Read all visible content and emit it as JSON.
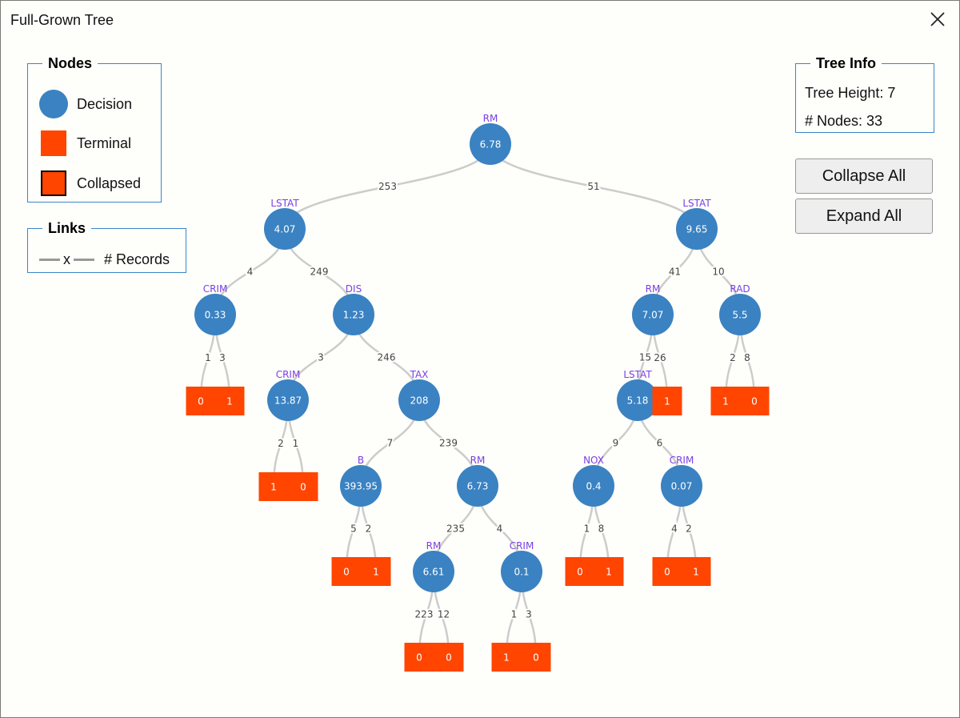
{
  "window": {
    "title": "Full-Grown Tree",
    "close_icon": "close-icon"
  },
  "legend_nodes": {
    "title": "Nodes",
    "items": [
      {
        "label": "Decision",
        "symbol": "decision-circle"
      },
      {
        "label": "Terminal",
        "symbol": "terminal-square"
      },
      {
        "label": "Collapsed",
        "symbol": "collapsed-square"
      }
    ]
  },
  "legend_links": {
    "title": "Links",
    "mid_char": "x",
    "label": "# Records"
  },
  "tree_info": {
    "title": "Tree Info",
    "height_text": "Tree Height: 7",
    "nodes_text": "# Nodes: 33"
  },
  "buttons": {
    "collapse_all": "Collapse All",
    "expand_all": "Expand All"
  },
  "colors": {
    "decision": "#3a82c2",
    "terminal": "#ff4500",
    "split_label": "#7b3fe4",
    "link": "#cccccc",
    "legend_border": "#3a87c8"
  },
  "tree": {
    "nodes": [
      {
        "id": "n1",
        "type": "decision",
        "split": "RM",
        "value": "6.78"
      },
      {
        "id": "n2",
        "type": "decision",
        "split": "LSTAT",
        "value": "4.07",
        "parent": "n1",
        "records": "253"
      },
      {
        "id": "n3",
        "type": "decision",
        "split": "LSTAT",
        "value": "9.65",
        "parent": "n1",
        "records": "51"
      },
      {
        "id": "n4",
        "type": "decision",
        "split": "CRIM",
        "value": "0.33",
        "parent": "n2",
        "records": "4"
      },
      {
        "id": "n5",
        "type": "decision",
        "split": "DIS",
        "value": "1.23",
        "parent": "n2",
        "records": "249"
      },
      {
        "id": "n6",
        "type": "decision",
        "split": "RM",
        "value": "7.07",
        "parent": "n3",
        "records": "41"
      },
      {
        "id": "n7",
        "type": "decision",
        "split": "RAD",
        "value": "5.5",
        "parent": "n3",
        "records": "10"
      },
      {
        "id": "t1",
        "type": "terminal",
        "value": "0",
        "parent": "n4",
        "records": "1"
      },
      {
        "id": "t2",
        "type": "terminal",
        "value": "1",
        "parent": "n4",
        "records": "3"
      },
      {
        "id": "n8",
        "type": "decision",
        "split": "CRIM",
        "value": "13.87",
        "parent": "n5",
        "records": "3"
      },
      {
        "id": "n9",
        "type": "decision",
        "split": "TAX",
        "value": "208",
        "parent": "n5",
        "records": "246"
      },
      {
        "id": "n10",
        "type": "decision",
        "split": "LSTAT",
        "value": "5.18",
        "parent": "n6",
        "records": "15"
      },
      {
        "id": "t3",
        "type": "terminal",
        "value": "1",
        "parent": "n6",
        "records": "26"
      },
      {
        "id": "t4",
        "type": "terminal",
        "value": "1",
        "parent": "n7",
        "records": "2"
      },
      {
        "id": "t5",
        "type": "terminal",
        "value": "0",
        "parent": "n7",
        "records": "8"
      },
      {
        "id": "t6",
        "type": "terminal",
        "value": "1",
        "parent": "n8",
        "records": "2"
      },
      {
        "id": "t7",
        "type": "terminal",
        "value": "0",
        "parent": "n8",
        "records": "1"
      },
      {
        "id": "n11",
        "type": "decision",
        "split": "B",
        "value": "393.95",
        "parent": "n9",
        "records": "7"
      },
      {
        "id": "n12",
        "type": "decision",
        "split": "RM",
        "value": "6.73",
        "parent": "n9",
        "records": "239"
      },
      {
        "id": "n13",
        "type": "decision",
        "split": "NOX",
        "value": "0.4",
        "parent": "n10",
        "records": "9"
      },
      {
        "id": "n14",
        "type": "decision",
        "split": "CRIM",
        "value": "0.07",
        "parent": "n10",
        "records": "6"
      },
      {
        "id": "t8",
        "type": "terminal",
        "value": "0",
        "parent": "n11",
        "records": "5"
      },
      {
        "id": "t9",
        "type": "terminal",
        "value": "1",
        "parent": "n11",
        "records": "2"
      },
      {
        "id": "n15",
        "type": "decision",
        "split": "RM",
        "value": "6.61",
        "parent": "n12",
        "records": "235"
      },
      {
        "id": "n16",
        "type": "decision",
        "split": "CRIM",
        "value": "0.1",
        "parent": "n12",
        "records": "4"
      },
      {
        "id": "t10",
        "type": "terminal",
        "value": "0",
        "parent": "n13",
        "records": "1"
      },
      {
        "id": "t11",
        "type": "terminal",
        "value": "1",
        "parent": "n13",
        "records": "8"
      },
      {
        "id": "t12",
        "type": "terminal",
        "value": "0",
        "parent": "n14",
        "records": "4"
      },
      {
        "id": "t13",
        "type": "terminal",
        "value": "1",
        "parent": "n14",
        "records": "2"
      },
      {
        "id": "t14",
        "type": "terminal",
        "value": "0",
        "parent": "n15",
        "records": "223"
      },
      {
        "id": "t15",
        "type": "terminal",
        "value": "0",
        "parent": "n15",
        "records": "12"
      },
      {
        "id": "t16",
        "type": "terminal",
        "value": "1",
        "parent": "n16",
        "records": "1"
      },
      {
        "id": "t17",
        "type": "terminal",
        "value": "0",
        "parent": "n16",
        "records": "3"
      }
    ]
  }
}
